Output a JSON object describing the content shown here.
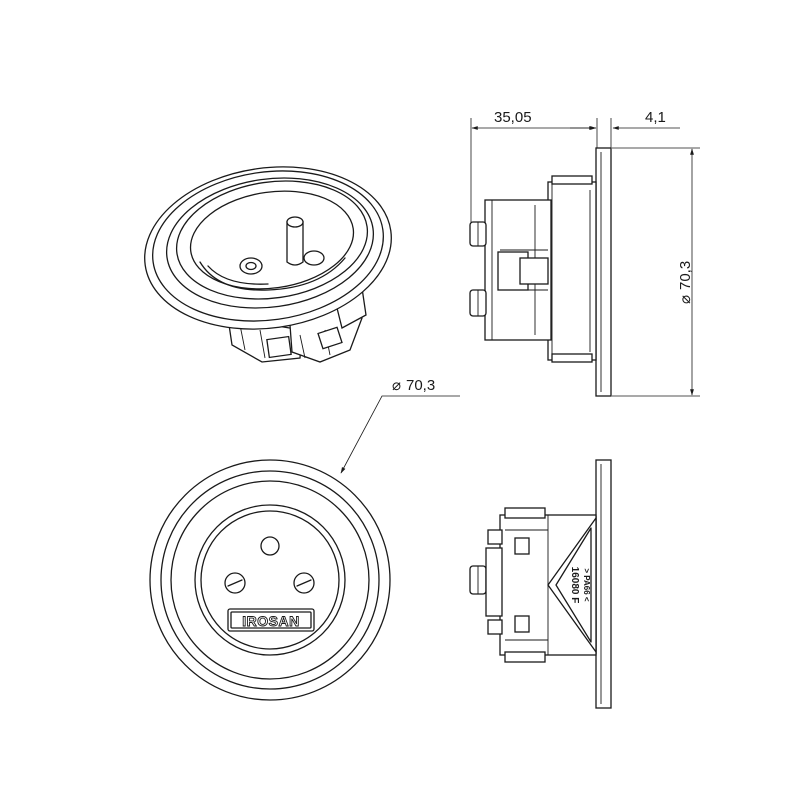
{
  "dimensions": {
    "depth": "35,05",
    "plate_thickness": "4,1",
    "diameter_side": "70,3",
    "diameter_front": "70,3",
    "diameter_symbol": "⌀"
  },
  "brand_label": "IROSAN",
  "side_marking": {
    "code": "16080 F",
    "sub": "> PA66 <"
  }
}
